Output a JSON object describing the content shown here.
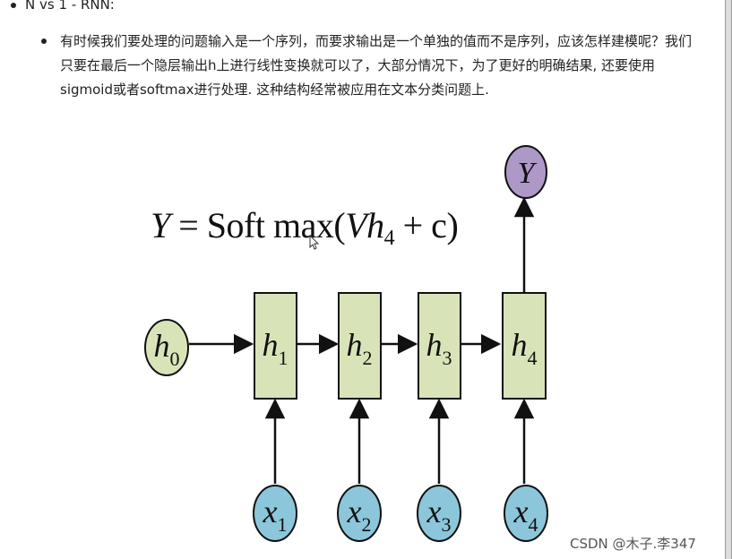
{
  "heading": {
    "text": "N vs 1 - RNN:"
  },
  "paragraph": {
    "text": "有时候我们要处理的问题输入是一个序列，而要求输出是一个单独的值而不是序列，应该怎样建模呢？我们只要在最后一个隐层输出h上进行线性变换就可以了，大部分情况下，为了更好的明确结果, 还要使用sigmoid或者softmax进行处理. 这种结构经常被应用在文本分类问题上."
  },
  "formula": {
    "lhs": "Y",
    "eq": " = Soft max(",
    "v": "V",
    "h": "h",
    "sub": "4",
    "tail": " + c)"
  },
  "diagram": {
    "output": {
      "label": "Y"
    },
    "initial_state": {
      "label": "h",
      "sub": "0"
    },
    "hidden": [
      {
        "label": "h",
        "sub": "1"
      },
      {
        "label": "h",
        "sub": "2"
      },
      {
        "label": "h",
        "sub": "3"
      },
      {
        "label": "h",
        "sub": "4"
      }
    ],
    "inputs": [
      {
        "label": "x",
        "sub": "1"
      },
      {
        "label": "x",
        "sub": "2"
      },
      {
        "label": "x",
        "sub": "3"
      },
      {
        "label": "x",
        "sub": "4"
      }
    ],
    "colors": {
      "hidden_fill": "#d8e4b8",
      "input_fill": "#8cc6da",
      "output_fill": "#ad98c8",
      "h0_fill": "#d8e4b8",
      "stroke": "#111111"
    }
  },
  "watermark": {
    "text": "CSDN @木子.李347"
  }
}
